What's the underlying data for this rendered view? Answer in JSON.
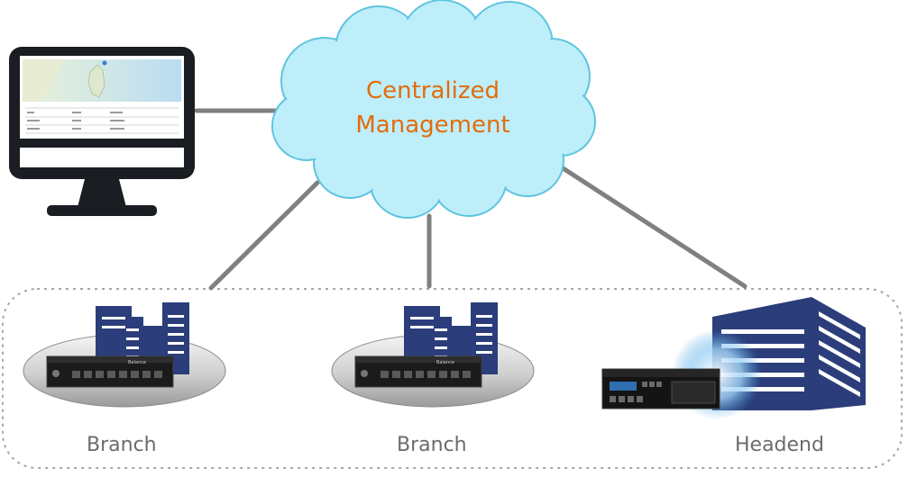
{
  "cloud": {
    "line1": "Centralized",
    "line2": "Management"
  },
  "sites": [
    {
      "label": "Branch"
    },
    {
      "label": "Branch"
    },
    {
      "label": "Headend"
    }
  ],
  "device": {
    "brand": "Balance"
  },
  "colors": {
    "cloud_fill": "#bdeefa",
    "cloud_stroke": "#5fc4df",
    "cloud_text": "#e36c0a",
    "connector": "#808080",
    "building": "#2b3d7a",
    "monitor": "#1a1d21",
    "label": "#6b6b6b",
    "group_border": "#a6a6a6"
  },
  "icons": [
    "monitor-icon",
    "cloud-icon",
    "building-icon",
    "router-icon",
    "rack-appliance-icon"
  ]
}
